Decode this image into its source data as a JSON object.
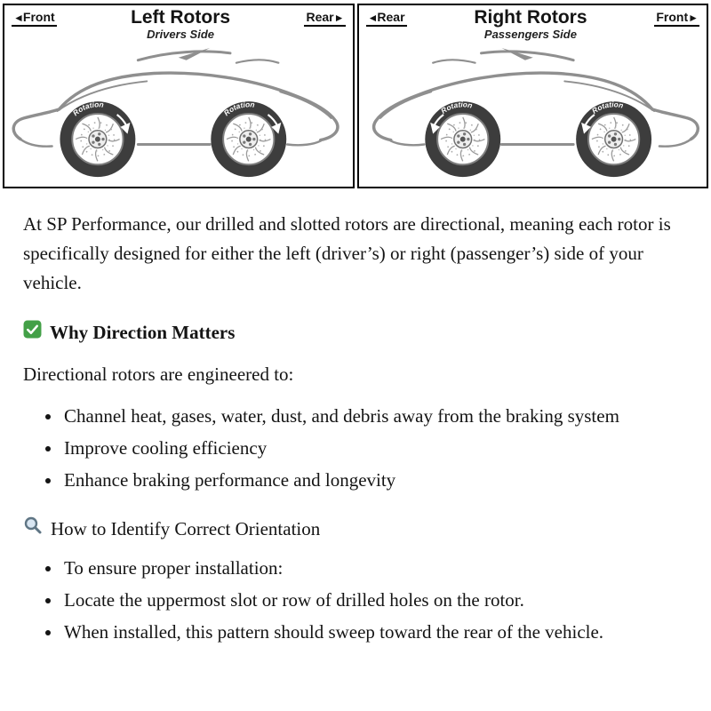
{
  "diagram": {
    "rotation_label": "Rotation",
    "panels": [
      {
        "left_label": "Front",
        "title": "Left Rotors",
        "subtitle": "Drivers Side",
        "right_label": "Rear"
      },
      {
        "left_label": "Rear",
        "title": "Right Rotors",
        "subtitle": "Passengers Side",
        "right_label": "Front"
      }
    ]
  },
  "icons": {
    "arrow_left": "◄",
    "arrow_right": "►",
    "section1_icon": "green-check-icon",
    "section2_icon": "magnifier-icon"
  },
  "content": {
    "intro": "At SP Performance, our drilled and slotted rotors are directional, meaning each rotor is specifically designed for either the left (driver’s) or right (passenger’s) side of your vehicle.",
    "section1": {
      "heading": "Why Direction Matters",
      "lead": "Directional rotors are engineered to:",
      "bullets": [
        "Channel heat, gases, water, dust, and debris away from the braking system",
        "Improve cooling efficiency",
        "Enhance braking performance and longevity"
      ]
    },
    "section2": {
      "heading": "How to Identify Correct Orientation",
      "bullets": [
        "To ensure proper installation:",
        "Locate the uppermost slot or row of drilled holes on the rotor.",
        "When installed, this pattern should sweep toward the rear of the vehicle."
      ]
    }
  }
}
